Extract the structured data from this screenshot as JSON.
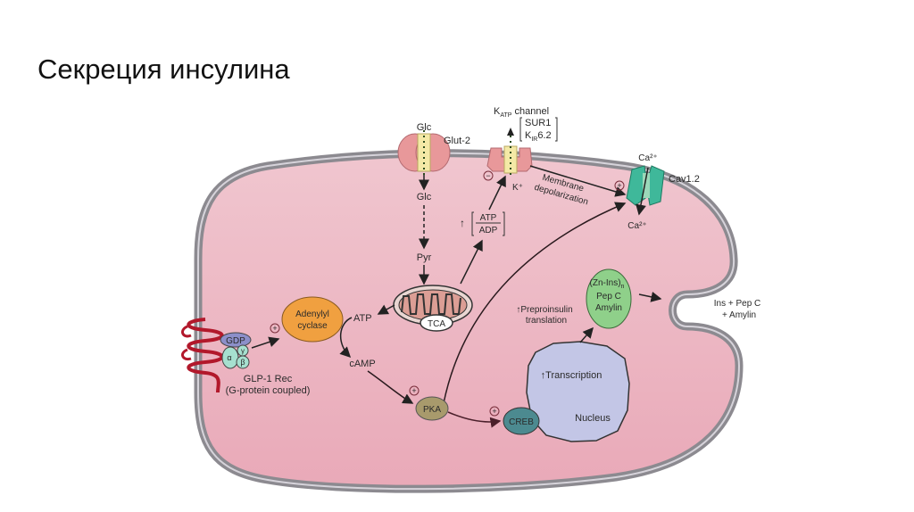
{
  "slide": {
    "title": "Секреция инсулина"
  },
  "diagram": {
    "glut2": {
      "label": "Glut-2",
      "glc_out": "Glc",
      "glc_in": "Glc",
      "pyr": "Pyr"
    },
    "katp": {
      "title_main": "K",
      "title_sub": "ATP",
      "title_rest": " channel",
      "sur1": "SUR1",
      "kir_main": "K",
      "kir_sub": "IR",
      "kir_rest": "6.2",
      "k_ion": "K⁺",
      "minus": "−"
    },
    "atp_adp": {
      "up_arrow": "↑",
      "numerator": "ATP",
      "denominator": "ADP"
    },
    "membrane": {
      "line1": "Membrane",
      "line2": "depolarization"
    },
    "cav": {
      "label": "Cav1.2",
      "ca_out": "Ca²⁺",
      "ca_in": "Ca²⁺",
      "plus": "+"
    },
    "mito": {
      "tca": "TCA"
    },
    "adenylyl": {
      "line1": "Adenylyl",
      "line2": "cyclase",
      "atp": "ATP",
      "camp": "cAMP",
      "plus": "+"
    },
    "glp1": {
      "gdp": "GDP",
      "alpha": "α",
      "gamma": "γ",
      "beta": "β",
      "line1": "GLP-1 Rec",
      "line2": "(G-protein coupled)"
    },
    "pka": {
      "label": "PKA",
      "plus": "+"
    },
    "creb": {
      "label": "CREB",
      "plus": "+"
    },
    "nucleus": {
      "transcription": "↑Transcription",
      "label": "Nucleus"
    },
    "granule": {
      "line1": "(Zn-Ins)",
      "line1_sub": "n",
      "line2": "Pep C",
      "line3": "Amylin"
    },
    "preproinsulin": {
      "line1": "↑Preproinsulin",
      "line2": "translation"
    },
    "secretion": {
      "line1": "Ins + Pep C",
      "line2": "+ Amylin"
    }
  }
}
